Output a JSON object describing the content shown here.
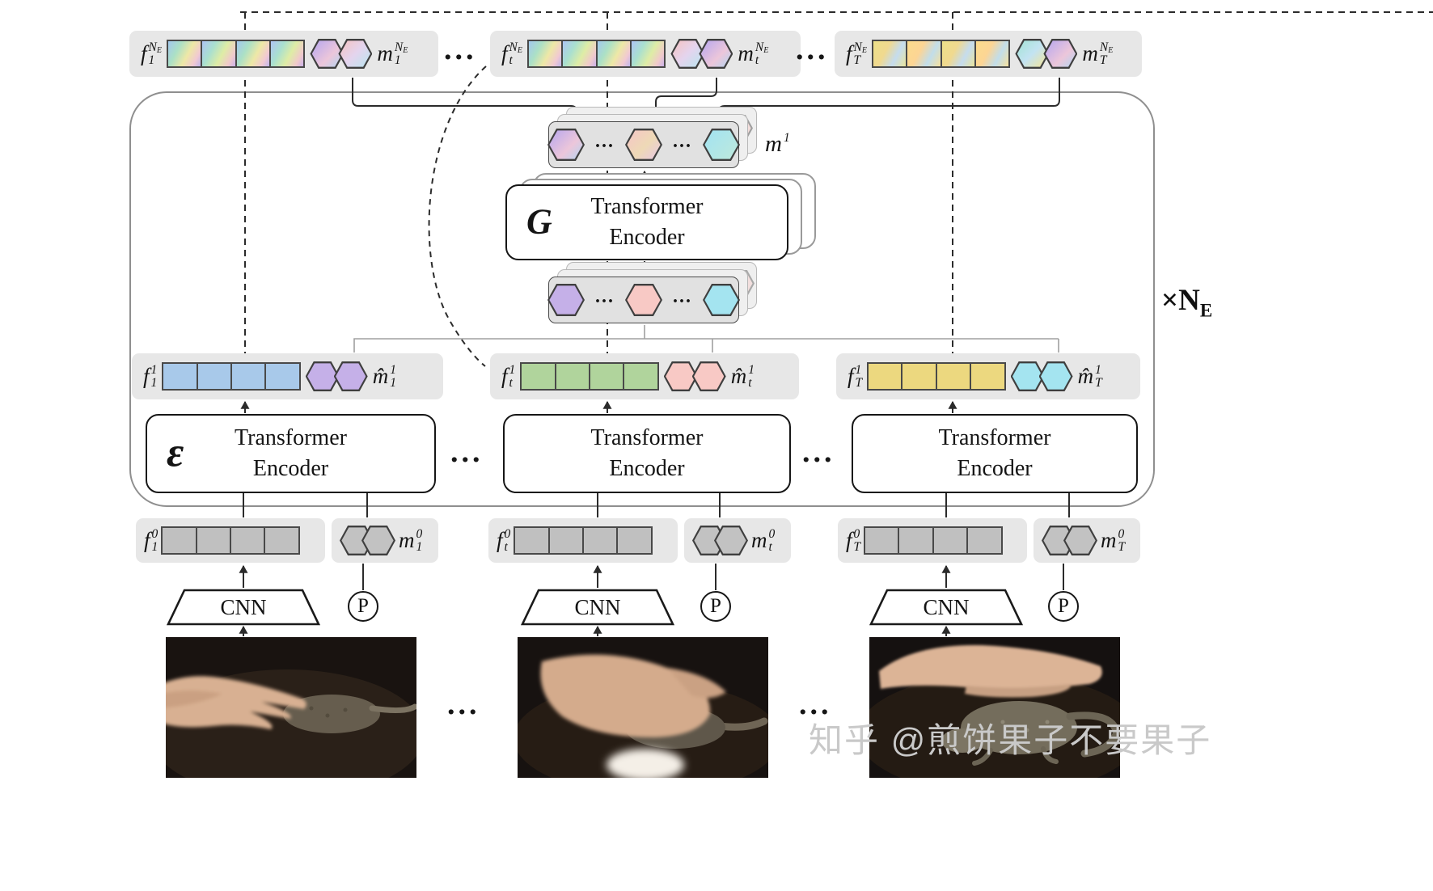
{
  "figure": {
    "dots": "...",
    "loop_label": {
      "times": "×",
      "base": "N",
      "sub": "E"
    },
    "watermark": "知乎 @煎饼果子不要果子"
  },
  "top_row": {
    "groups": [
      {
        "f": {
          "base": "f",
          "sub": "1",
          "sup": "N",
          "sup_sub": "E"
        },
        "m": {
          "base": "m",
          "sub": "1",
          "sup": "N",
          "sup_sub": "E"
        }
      },
      {
        "f": {
          "base": "f",
          "sub": "t",
          "sup": "N",
          "sup_sub": "E"
        },
        "m": {
          "base": "m",
          "sub": "t",
          "sup": "N",
          "sup_sub": "E"
        }
      },
      {
        "f": {
          "base": "f",
          "sub": "T",
          "sup": "N",
          "sup_sub": "E"
        },
        "m": {
          "base": "m",
          "sub": "T",
          "sup": "N",
          "sup_sub": "E"
        }
      }
    ]
  },
  "global_encoder": {
    "symbol": "G",
    "line1": "Transformer",
    "line2": "Encoder",
    "output": {
      "base": "m",
      "sup": "1"
    }
  },
  "token_row_1": {
    "groups": [
      {
        "f": {
          "base": "f",
          "sub": "1",
          "sup": "1"
        },
        "m": {
          "base": "m̂",
          "sub": "1",
          "sup": "1"
        }
      },
      {
        "f": {
          "base": "f",
          "sub": "t",
          "sup": "1"
        },
        "m": {
          "base": "m̂",
          "sub": "t",
          "sup": "1"
        }
      },
      {
        "f": {
          "base": "f",
          "sub": "T",
          "sup": "1"
        },
        "m": {
          "base": "m̂",
          "sub": "T",
          "sup": "1"
        }
      }
    ]
  },
  "frame_encoder": {
    "symbol": "ε",
    "line1": "Transformer",
    "line2": "Encoder"
  },
  "token_row_0": {
    "groups": [
      {
        "f": {
          "base": "f",
          "sub": "1",
          "sup": "0"
        },
        "m": {
          "base": "m",
          "sub": "1",
          "sup": "0"
        }
      },
      {
        "f": {
          "base": "f",
          "sub": "t",
          "sup": "0"
        },
        "m": {
          "base": "m",
          "sub": "t",
          "sup": "0"
        }
      },
      {
        "f": {
          "base": "f",
          "sub": "T",
          "sup": "0"
        },
        "m": {
          "base": "m",
          "sub": "T",
          "sup": "0"
        }
      }
    ]
  },
  "cnn_row": {
    "cnn": "CNN",
    "pos": "P"
  },
  "colors": {
    "frame1_tokens": "#a8c9ea",
    "frame_t_tokens": "#b0d49c",
    "frame_T_tokens": "#ecd87f",
    "mask1_tokens": "#c5b0e8",
    "mask_t_tokens": "#f8c9c5",
    "mask_T_tokens": "#a4e4f0",
    "input_tokens": "#c0c0c0",
    "token_chip_bg": "#e7e7e7",
    "line_color": "#2b2b2b"
  }
}
